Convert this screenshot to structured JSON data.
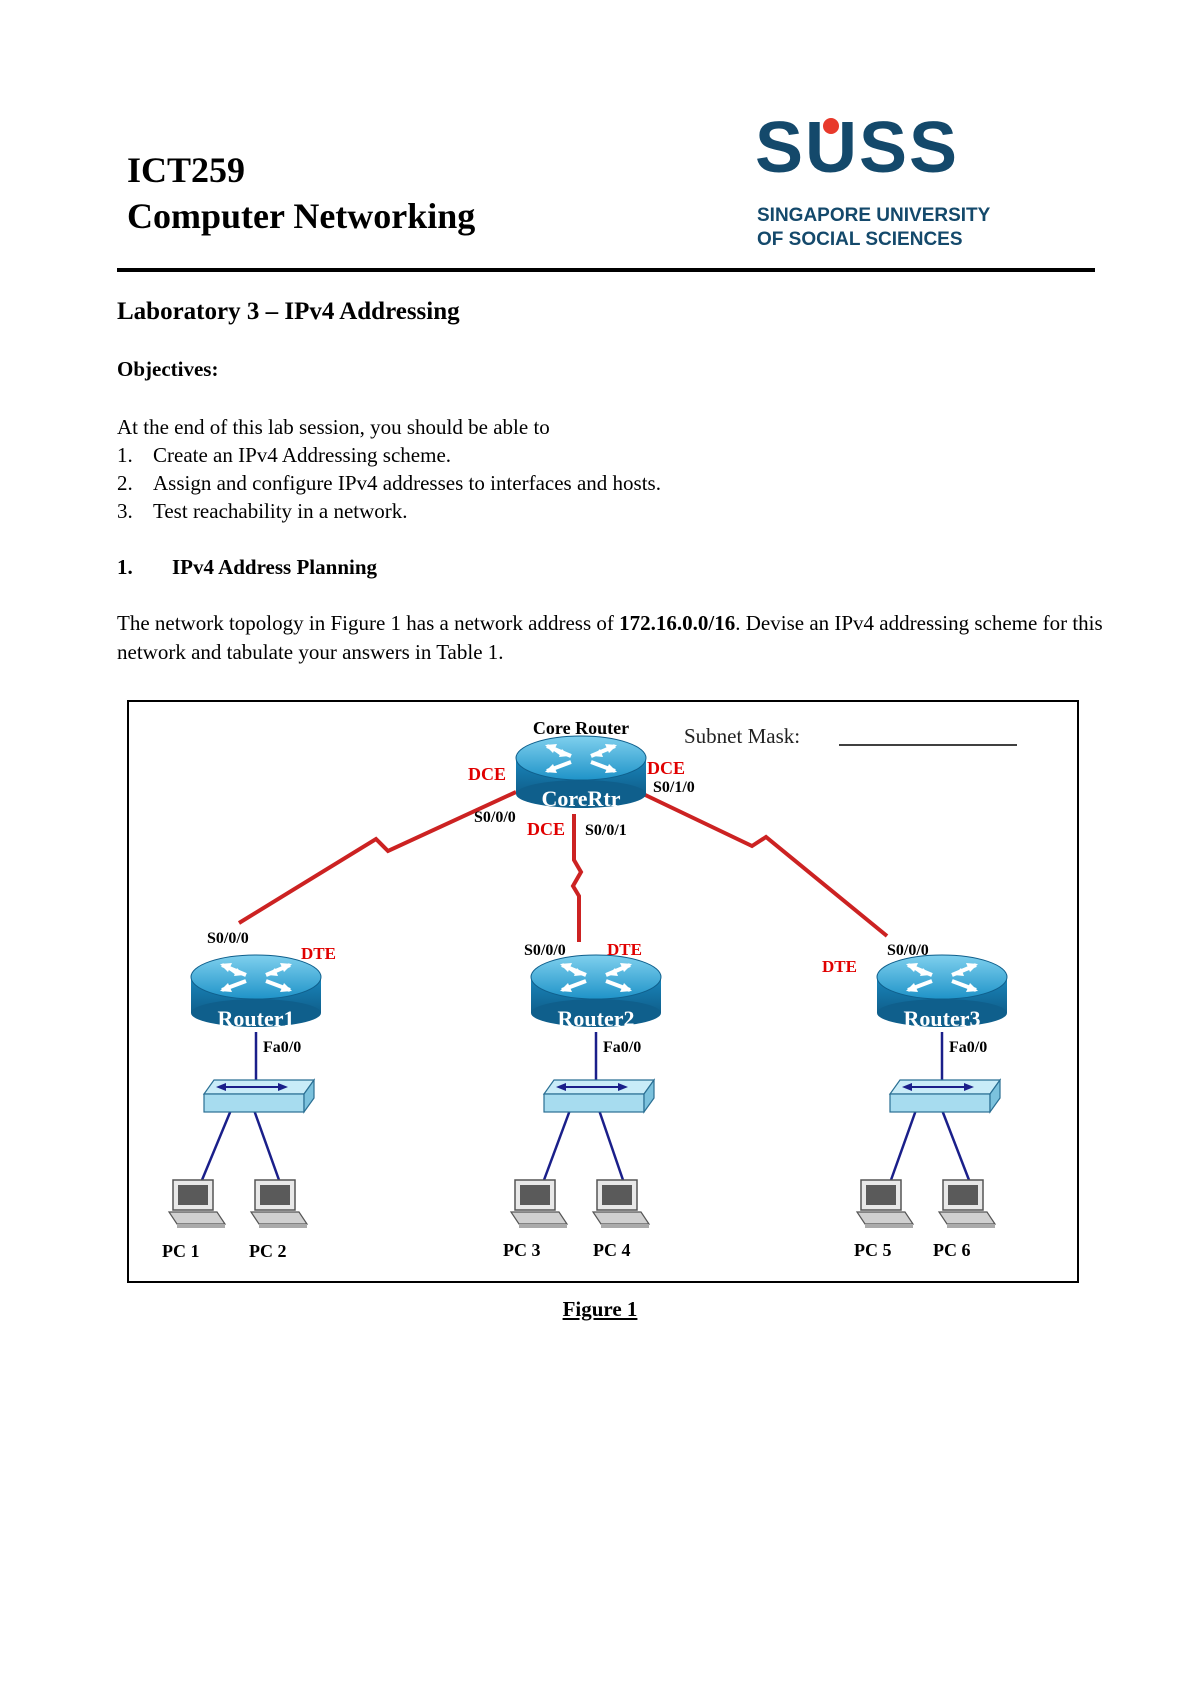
{
  "header": {
    "course_code": "ICT259",
    "course_name": "Computer Networking",
    "logo": {
      "word": "SUSS",
      "line1": "SINGAPORE UNIVERSITY",
      "line2": "OF SOCIAL SCIENCES",
      "color": "#14496b",
      "accent": "#e8392b"
    }
  },
  "lab": {
    "title": "Laboratory 3 – IPv4 Addressing",
    "objectives_heading": "Objectives:",
    "intro": "At the end of this lab session, you should be able to",
    "objectives": [
      {
        "num": "1.",
        "text": "Create an IPv4 Addressing scheme."
      },
      {
        "num": "2.",
        "text": "Assign and configure IPv4 addresses to interfaces and hosts."
      },
      {
        "num": "3.",
        "text": "Test reachability in a network."
      }
    ]
  },
  "section1": {
    "num": "1.",
    "title": "IPv4 Address Planning",
    "para_before": "The network topology in Figure 1 has a network address of ",
    "network_address": "172.16.0.0/16",
    "para_after": ".  Devise an IPv4 addressing scheme for this network and tabulate your answers in Table 1."
  },
  "figure": {
    "caption": "Figure 1",
    "core_router_heading": "Core Router",
    "subnet_mask_label": "Subnet Mask:",
    "core_router": {
      "name": "CoreRtr",
      "ports": [
        "S0/0/0",
        "S0/0/1",
        "S0/1/0"
      ],
      "dce": "DCE"
    },
    "routers": [
      {
        "name": "Router1",
        "serial": "S0/0/0",
        "dte": "DTE",
        "fa": "Fa0/0",
        "pcs": [
          "PC 1",
          "PC 2"
        ]
      },
      {
        "name": "Router2",
        "serial": "S0/0/0",
        "dte": "DTE",
        "fa": "Fa0/0",
        "pcs": [
          "PC 3",
          "PC 4"
        ]
      },
      {
        "name": "Router3",
        "serial": "S0/0/0",
        "dte": "DTE",
        "fa": "Fa0/0",
        "pcs": [
          "PC 5",
          "PC 6"
        ]
      }
    ],
    "colors": {
      "serial_link": "#cc2222",
      "ethernet_link": "#1a1f8a",
      "router_body": "#1b8fc4",
      "label_red": "#e00000"
    }
  }
}
